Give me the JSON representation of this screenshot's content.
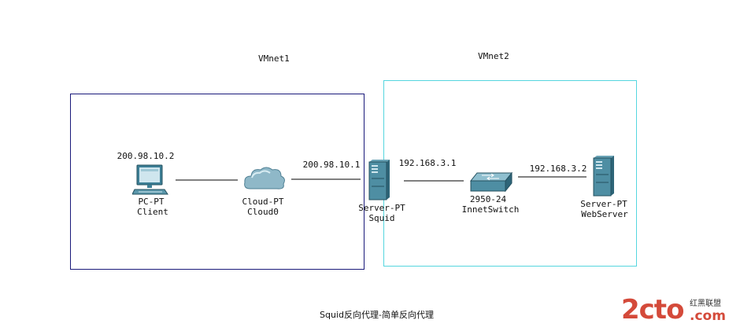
{
  "networks": {
    "vmnet1": {
      "label": "VMnet1",
      "border_color": "#1a1a7a"
    },
    "vmnet2": {
      "label": "VMnet2",
      "border_color": "#55d6df"
    }
  },
  "devices": {
    "client": {
      "ip": "200.98.10.2",
      "type": "PC-PT",
      "name": "Client"
    },
    "cloud": {
      "type": "Cloud-PT",
      "name": "Cloud0"
    },
    "squid": {
      "ip": "200.98.10.1",
      "type": "Server-PT",
      "name": "Squid"
    },
    "switch": {
      "ip": "192.168.3.1",
      "type": "2950-24",
      "name": "InnetSwitch"
    },
    "webserver": {
      "ip": "192.168.3.2",
      "type": "Server-PT",
      "name": "WebServer"
    }
  },
  "caption": "Squid反向代理-简单反向代理",
  "watermark": {
    "brand": "2cto",
    "cn_text": "红黑联盟",
    "domain": ".com"
  }
}
